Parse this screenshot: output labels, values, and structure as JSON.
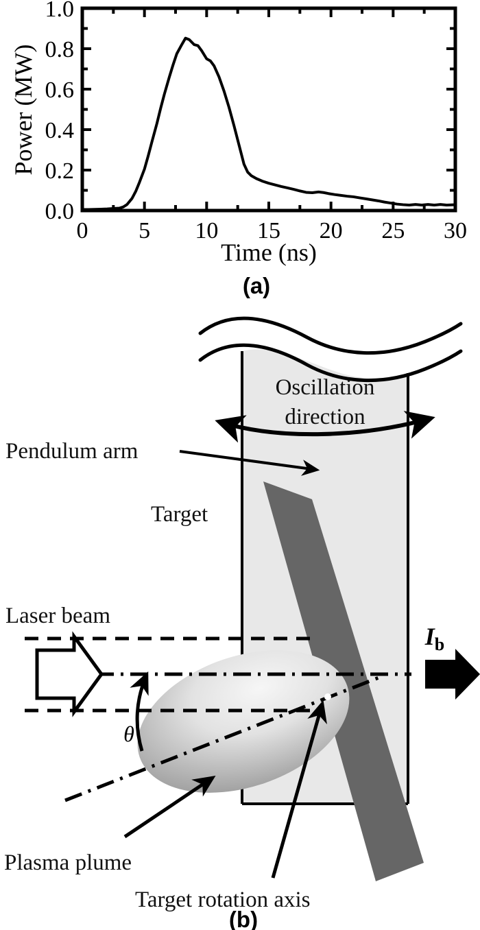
{
  "figure": {
    "panel_a_caption": "(a)",
    "panel_b_caption": "(b)"
  },
  "chart_data": {
    "type": "line",
    "title": "",
    "xlabel": "Time (ns)",
    "ylabel": "Power (MW)",
    "xlim": [
      0,
      30
    ],
    "ylim": [
      0.0,
      1.0
    ],
    "xticks": [
      0,
      5,
      10,
      15,
      20,
      25,
      30
    ],
    "xtick_labels": [
      "0",
      "5",
      "10",
      "15",
      "20",
      "25",
      "30"
    ],
    "yticks": [
      0.0,
      0.2,
      0.4,
      0.6,
      0.8,
      1.0
    ],
    "ytick_labels": [
      "0.0",
      "0.2",
      "0.4",
      "0.6",
      "0.8",
      "1.0"
    ],
    "minor_ticks": true,
    "grid": false,
    "legend": null,
    "series": [
      {
        "name": "Laser pulse power",
        "x": [
          0.0,
          0.5,
          1.0,
          1.5,
          2.0,
          2.5,
          3.0,
          3.3,
          3.6,
          4.0,
          4.3,
          4.6,
          5.0,
          5.3,
          5.6,
          6.0,
          6.3,
          6.6,
          7.0,
          7.3,
          7.6,
          8.0,
          8.3,
          8.6,
          9.0,
          9.3,
          9.6,
          10.0,
          10.3,
          10.6,
          11.0,
          11.4,
          11.8,
          12.2,
          12.6,
          13.0,
          13.3,
          13.6,
          14.0,
          14.5,
          15.0,
          15.5,
          16.0,
          16.5,
          17.0,
          17.5,
          18.0,
          18.5,
          19.0,
          19.4,
          19.8,
          20.3,
          20.8,
          21.3,
          21.8,
          22.3,
          22.8,
          23.3,
          23.8,
          24.3,
          24.8,
          25.3,
          25.8,
          26.3,
          26.8,
          27.3,
          27.8,
          28.3,
          28.8,
          29.3,
          30.0
        ],
        "y": [
          0.005,
          0.005,
          0.006,
          0.007,
          0.008,
          0.01,
          0.012,
          0.018,
          0.03,
          0.06,
          0.095,
          0.14,
          0.205,
          0.27,
          0.34,
          0.43,
          0.505,
          0.575,
          0.66,
          0.72,
          0.775,
          0.82,
          0.852,
          0.845,
          0.82,
          0.815,
          0.79,
          0.75,
          0.74,
          0.715,
          0.66,
          0.59,
          0.51,
          0.42,
          0.325,
          0.23,
          0.19,
          0.172,
          0.158,
          0.145,
          0.135,
          0.127,
          0.119,
          0.112,
          0.105,
          0.097,
          0.09,
          0.088,
          0.092,
          0.089,
          0.084,
          0.079,
          0.075,
          0.071,
          0.068,
          0.063,
          0.058,
          0.053,
          0.048,
          0.042,
          0.037,
          0.032,
          0.029,
          0.027,
          0.03,
          0.027,
          0.03,
          0.027,
          0.03,
          0.027,
          0.029
        ],
        "color": "#000000",
        "linewidth": 4
      }
    ]
  },
  "diagram": {
    "labels": {
      "oscillation_direction_line1": "Oscillation",
      "oscillation_direction_line2": "direction",
      "pendulum_arm": "Pendulum arm",
      "target": "Target",
      "laser_beam": "Laser beam",
      "plasma_plume": "Plasma plume",
      "target_rotation_axis": "Target rotation axis",
      "theta": "θ",
      "impulse_symbol": "I",
      "impulse_subscript": "b"
    },
    "colors": {
      "pendulum_arm_fill": "#e8e8e8",
      "pendulum_arm_stroke": "#000000",
      "target_fill": "#666666",
      "plume_light": "#f4f4f4",
      "plume_dark": "#8e8e8e",
      "stroke": "#000000"
    }
  }
}
